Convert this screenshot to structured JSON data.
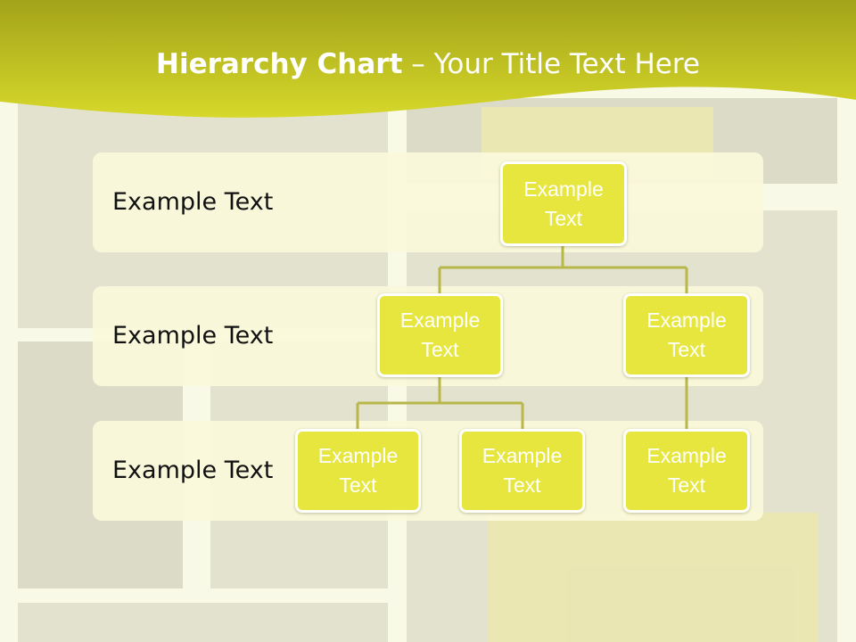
{
  "slide": {
    "title_bold": "Hierarchy Chart",
    "title_rest": " – Your Title Text Here"
  },
  "levels": [
    {
      "label": "Example Text"
    },
    {
      "label": "Example Text"
    },
    {
      "label": "Example Text"
    }
  ],
  "nodes": {
    "root": {
      "line1": "Example",
      "line2": "Text"
    },
    "mid_left": {
      "line1": "Example",
      "line2": "Text"
    },
    "mid_right": {
      "line1": "Example",
      "line2": "Text"
    },
    "leaf_1": {
      "line1": "Example",
      "line2": "Text"
    },
    "leaf_2": {
      "line1": "Example",
      "line2": "Text"
    },
    "leaf_3": {
      "line1": "Example",
      "line2": "Text"
    }
  },
  "colors": {
    "node_fill": "#e6e63e",
    "connector": "#b8b84a",
    "band_top": "#a8a81c",
    "band_bottom": "#d4d62a"
  }
}
